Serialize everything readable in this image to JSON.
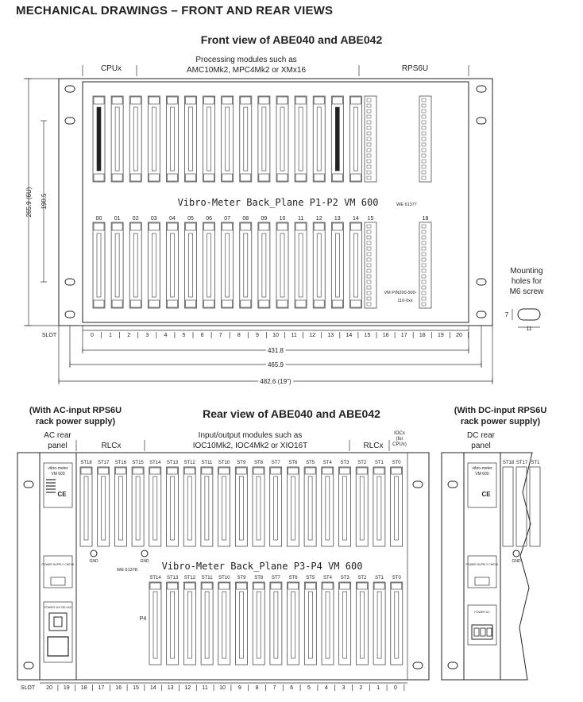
{
  "heading": "MECHANICAL DRAWINGS – FRONT AND REAR VIEWS",
  "front": {
    "title": "Front view of ABE040 and ABE042",
    "label_cpux": "CPUx",
    "label_processing_1": "Processing modules such as",
    "label_processing_2": "AMC10Mk2, MPC4Mk2 or XMx16",
    "label_rps6u": "RPS6U",
    "backplane_text": "Vibro-Meter Back_Plane P1-P2 VM 600",
    "we_number": "WE 61377",
    "part_number_1": "VM P/N200-500-",
    "part_number_2": "110-0xx",
    "slot_numbers_top": [
      "00",
      "01",
      "02",
      "03",
      "04",
      "05",
      "06",
      "07",
      "08",
      "09",
      "10",
      "11",
      "12",
      "13",
      "14",
      "15",
      "18"
    ],
    "slot_label": "SLOT",
    "slot_scale": [
      "0",
      "1",
      "2",
      "3",
      "4",
      "5",
      "6",
      "7",
      "8",
      "9",
      "10",
      "11",
      "12",
      "13",
      "14",
      "15",
      "16",
      "17",
      "18",
      "19",
      "20"
    ],
    "dim_width_inner": "431.8",
    "dim_width_mid": "465.9",
    "dim_width_outer": "482.6  (19\")",
    "dim_height_outer": "265.9  (6U)",
    "dim_height_inner": "190.5",
    "mounting_label_1": "Mounting",
    "mounting_label_2": "holes for",
    "mounting_label_3": "M6 screw",
    "mount_dim_h": "7",
    "mount_dim_w": "11"
  },
  "rear": {
    "title": "Rear view of ABE040 and ABE042",
    "ac_caption_1": "(With AC-input RPS6U",
    "ac_caption_2": "rack power supply)",
    "dc_caption_1": "(With DC-input RPS6U",
    "dc_caption_2": "rack power supply)",
    "ac_rear_1": "AC rear",
    "ac_rear_2": "panel",
    "dc_rear_1": "DC rear",
    "dc_rear_2": "panel",
    "label_rlcx": "RLCx",
    "label_io_1": "Input/output modules such as",
    "label_io_2": "IOC10Mk2, IOC4Mk2 or XIO16T",
    "label_iocx_1": "IOCx",
    "label_iocx_2": "(for",
    "label_iocx_3": "CPUx)",
    "st_labels_top": [
      "ST18",
      "ST17",
      "ST16",
      "ST15",
      "ST14",
      "ST13",
      "ST12",
      "ST11",
      "ST10",
      "ST9",
      "ST8",
      "ST7",
      "ST6",
      "ST5",
      "ST4",
      "ST3",
      "ST2",
      "ST1",
      "ST0"
    ],
    "st_labels_bottom": [
      "ST14",
      "ST13",
      "ST12",
      "ST11",
      "ST10",
      "ST9",
      "ST8",
      "ST7",
      "ST6",
      "ST5",
      "ST4",
      "ST3",
      "ST2",
      "ST1",
      "ST0"
    ],
    "backplane_text": "Vibro-Meter Back_Plane P3-P4 VM 600",
    "we_number": "WE 61378",
    "p4_label": "P4",
    "gnd": "GND",
    "power_supply_check": "POWER SUPPLY CHECK",
    "power_ac": "POWER 115  230 VAC",
    "power_dc": "POWER DC",
    "brand": "vibro-meter",
    "model": "VM 600",
    "slot_label": "SLOT",
    "slot_scale": [
      "20",
      "19",
      "18",
      "17",
      "16",
      "15",
      "14",
      "13",
      "12",
      "11",
      "10",
      "9",
      "8",
      "7",
      "6",
      "5",
      "4",
      "3",
      "2",
      "1",
      "0"
    ],
    "dc_st_labels": [
      "ST18",
      "ST17",
      "ST1"
    ]
  }
}
